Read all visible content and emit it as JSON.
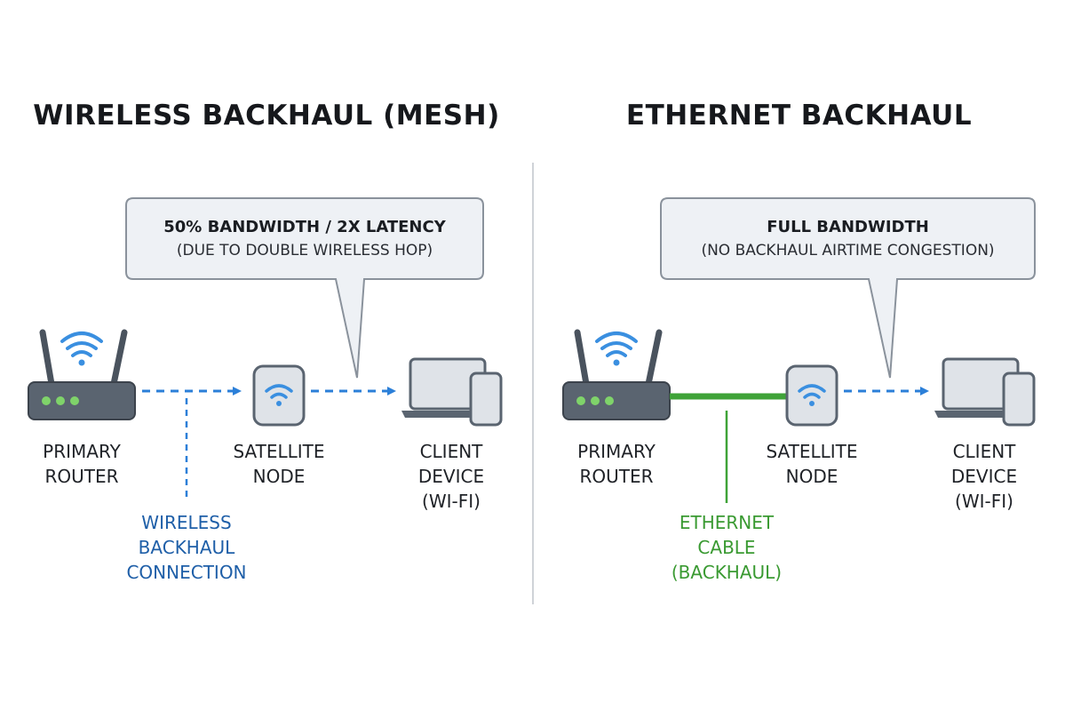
{
  "left_panel": {
    "title": "WIRELESS BACKHAUL (MESH)",
    "callout": {
      "line1": "50% BANDWIDTH / 2X LATENCY",
      "line2": "(DUE TO DOUBLE WIRELESS HOP)"
    },
    "router_label": [
      "PRIMARY",
      "ROUTER"
    ],
    "satellite_label": [
      "SATELLITE",
      "NODE"
    ],
    "client_label": [
      "CLIENT",
      "DEVICE",
      "(WI-FI)"
    ],
    "link_label": [
      "WIRELESS",
      "BACKHAUL",
      "CONNECTION"
    ]
  },
  "right_panel": {
    "title": "ETHERNET BACKHAUL",
    "callout": {
      "line1": "FULL BANDWIDTH",
      "line2": "(NO BACKHAUL AIRTIME CONGESTION)"
    },
    "router_label": [
      "PRIMARY",
      "ROUTER"
    ],
    "satellite_label": [
      "SATELLITE",
      "NODE"
    ],
    "client_label": [
      "CLIENT",
      "DEVICE",
      "(WI-FI)"
    ],
    "link_label": [
      "ETHERNET",
      "CABLE",
      "(BACKHAUL)"
    ]
  },
  "colors": {
    "wifi_blue": "#3a8fe0",
    "link_blue": "#2b7fd8",
    "label_blue": "#1f5fa8",
    "ethernet_green": "#3fa338",
    "device_gray": "#5a6470",
    "bubble_fill": "#eef1f5",
    "bubble_stroke": "#8a929c"
  }
}
